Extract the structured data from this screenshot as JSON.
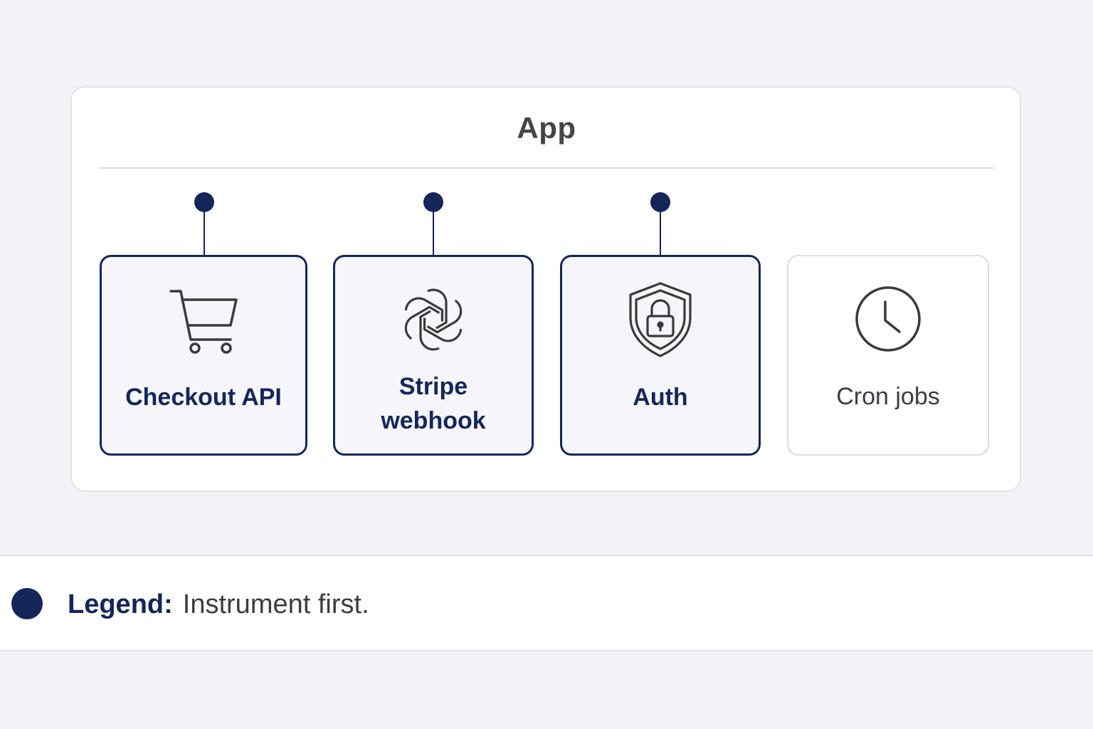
{
  "diagram": {
    "title": "App",
    "components": [
      {
        "label": "Checkout API",
        "icon": "shopping-cart-icon",
        "instrumented": true
      },
      {
        "label": "Stripe webhook",
        "icon": "openai-knot-icon",
        "instrumented": true
      },
      {
        "label": "Auth",
        "icon": "shield-lock-icon",
        "instrumented": true
      },
      {
        "label": "Cron jobs",
        "icon": "clock-icon",
        "instrumented": false
      }
    ]
  },
  "legend": {
    "label": "Legend:",
    "description": "Instrument first.",
    "marker_color": "#14265a"
  },
  "colors": {
    "accent": "#14265a",
    "text_muted": "#3c3c44"
  }
}
